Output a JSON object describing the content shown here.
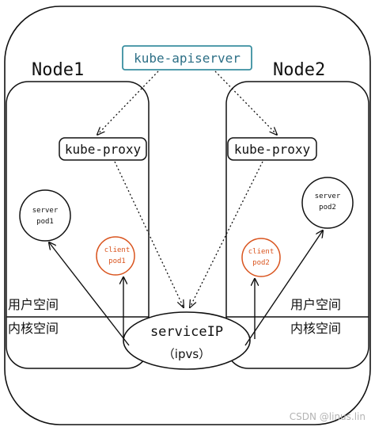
{
  "diagram": {
    "api_server": "kube-apiserver",
    "node1": {
      "title": "Node1",
      "proxy": "kube-proxy",
      "user_space": "用户空间",
      "kernel_space": "内核空间"
    },
    "node2": {
      "title": "Node2",
      "proxy": "kube-proxy",
      "user_space": "用户空间",
      "kernel_space": "内核空间"
    },
    "pods": {
      "server1": [
        "server",
        "pod1"
      ],
      "server2": [
        "server",
        "pod2"
      ],
      "client1": [
        "client",
        "pod1"
      ],
      "client2": [
        "client",
        "pod2"
      ]
    },
    "service": [
      "serviceIP",
      "（ipvs）"
    ],
    "watermark": "CSDN @linus.lin"
  },
  "colors": {
    "ink": "#111111",
    "api_border": "#3a8fa0",
    "api_text": "#2d6f86",
    "client": "#d9541e",
    "watermark": "#b4b4b4"
  }
}
